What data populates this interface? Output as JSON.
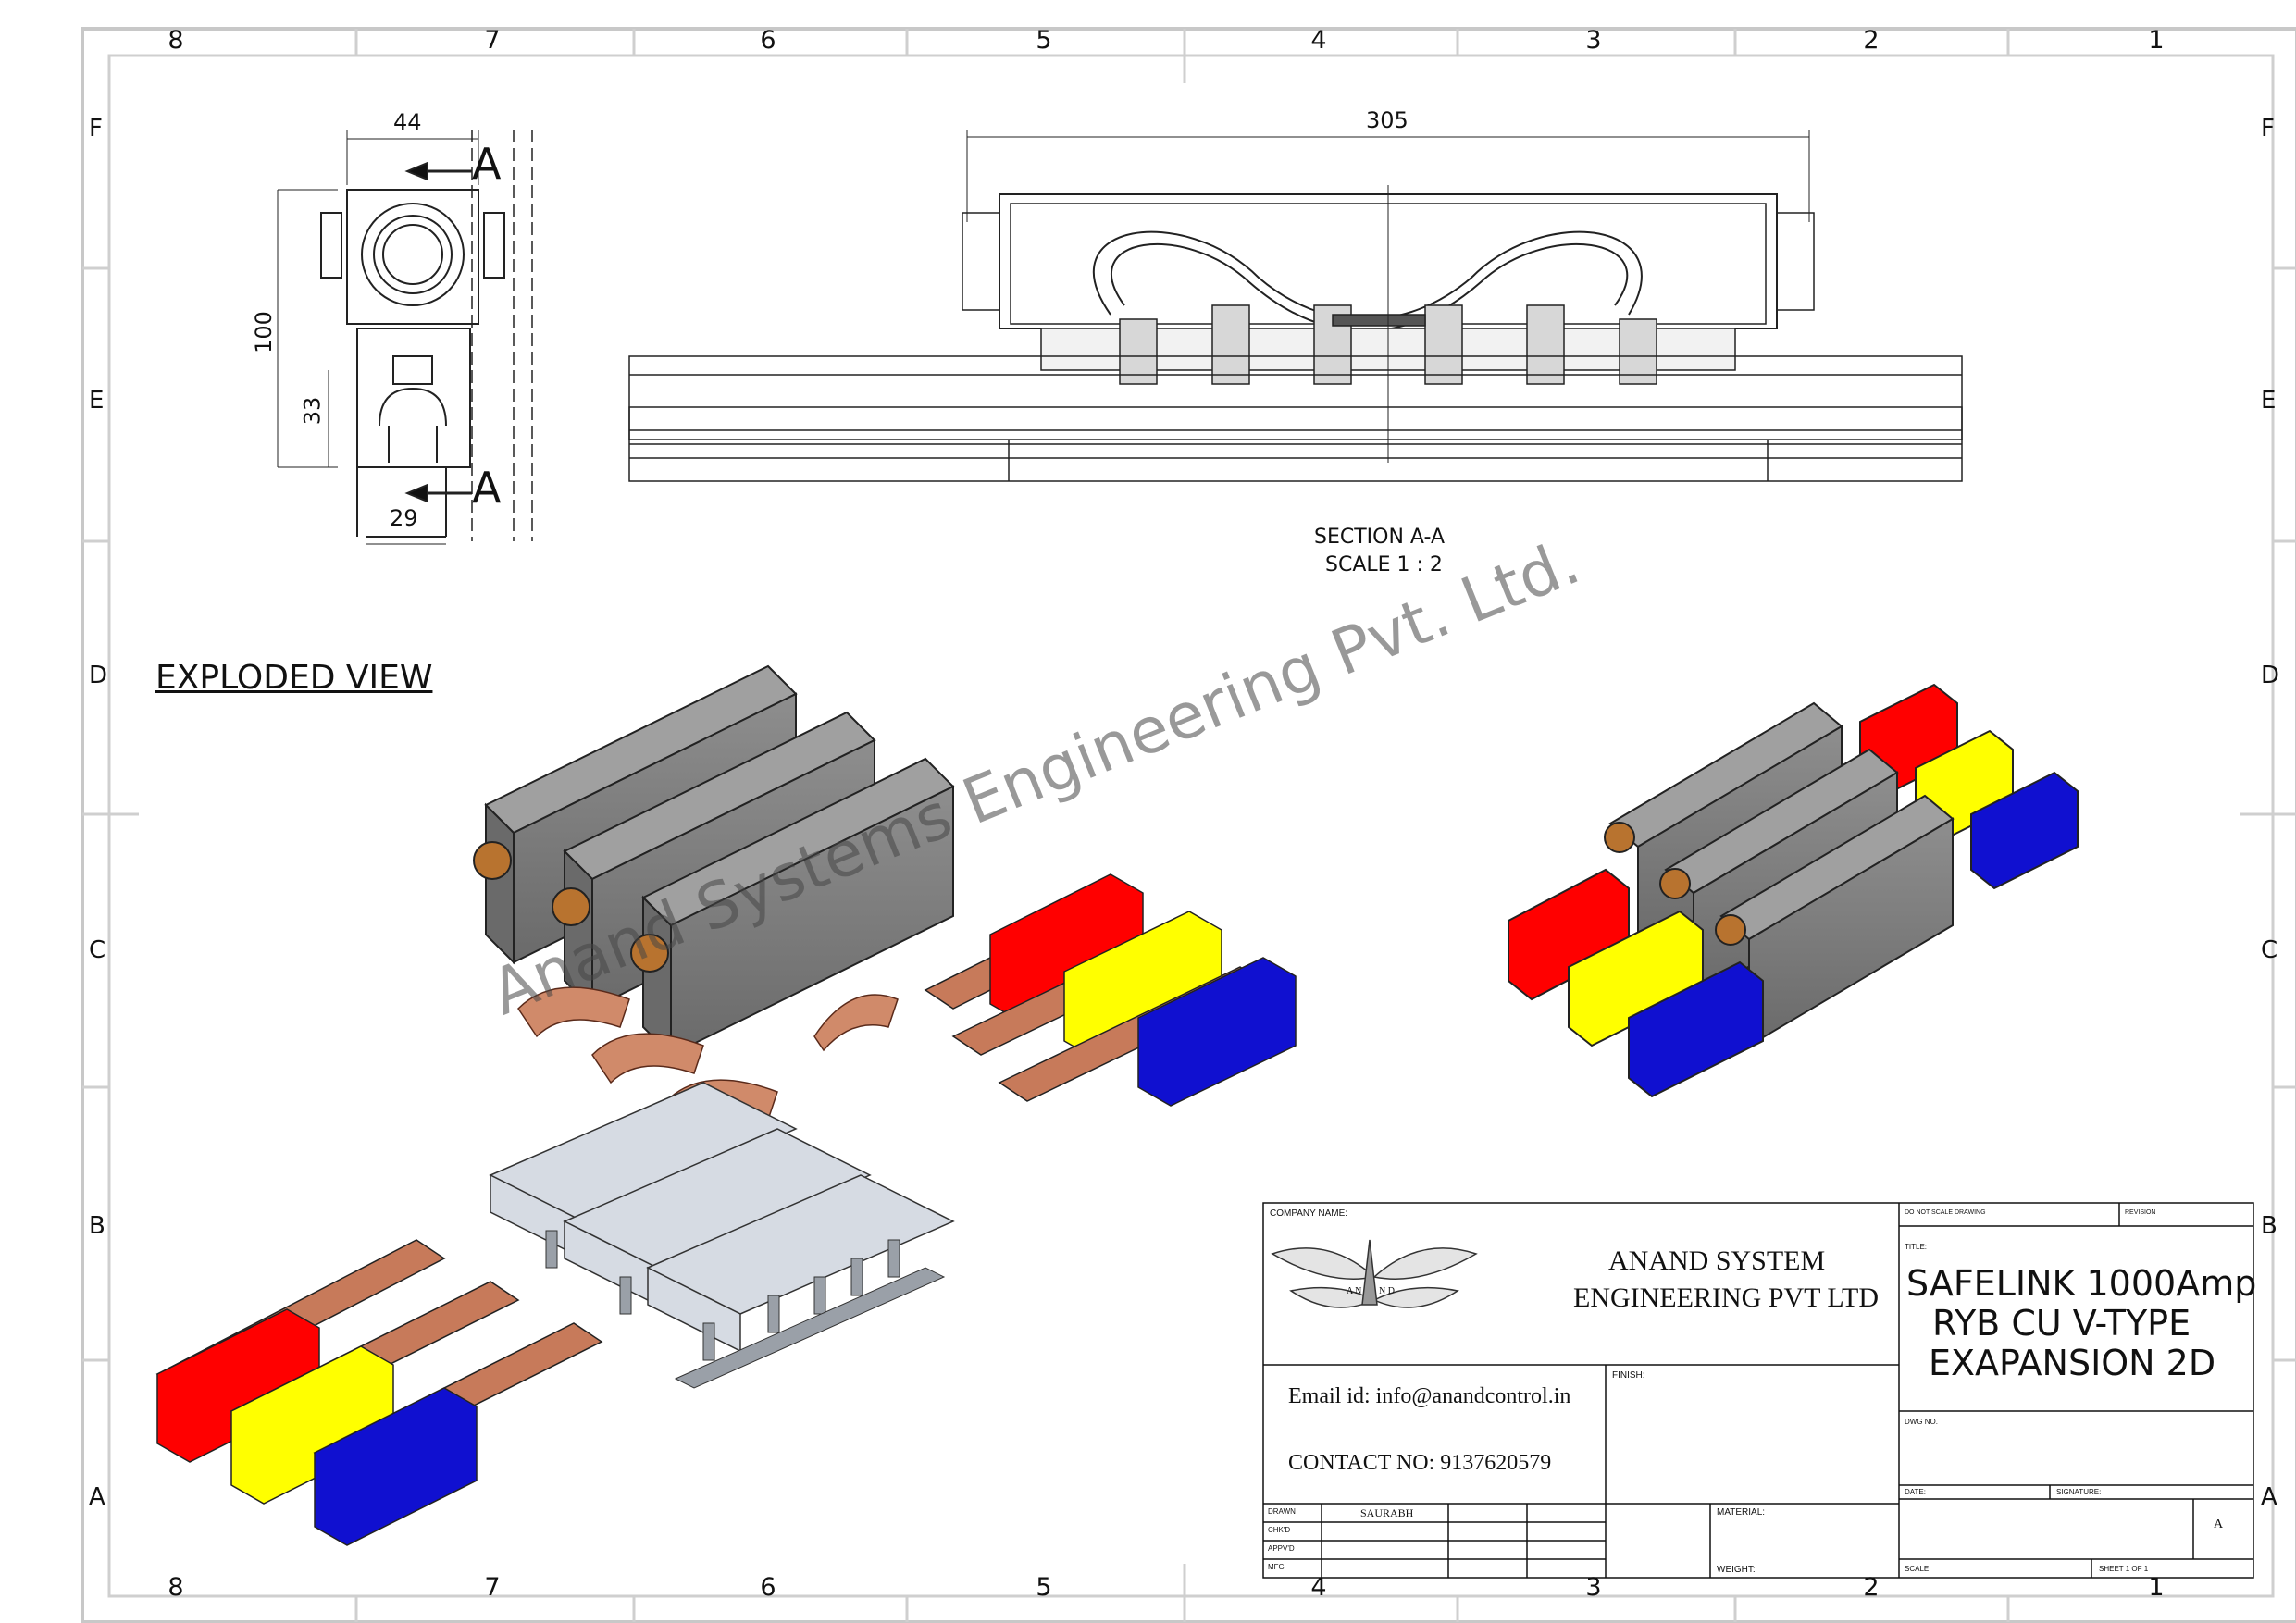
{
  "zones": {
    "columns": [
      "8",
      "7",
      "6",
      "5",
      "4",
      "3",
      "2",
      "1"
    ],
    "rows": [
      "F",
      "E",
      "D",
      "C",
      "B",
      "A"
    ]
  },
  "dimensions": {
    "width_top": "44",
    "height_total": "100",
    "height_lower": "33",
    "width_bottom": "29",
    "length_section": "305"
  },
  "section": {
    "cut_marker_top": "A",
    "cut_marker_bottom": "A",
    "title": "SECTION A-A",
    "scale": "SCALE 1 : 2"
  },
  "exploded_view_label": "EXPLODED VIEW",
  "watermark": "Anand Systems Engineering Pvt. Ltd.",
  "colors": {
    "red": "#ff0000",
    "yellow": "#ffff00",
    "blue": "#1010d0",
    "housing": "#7c7c7c",
    "copper": "#c77a5a",
    "steel": "#d6dbe3"
  },
  "title_block": {
    "company_name_label": "COMPANY NAME:",
    "logo_text_left": "A N",
    "logo_text_right": "N D",
    "company_line1": "ANAND SYSTEM",
    "company_line2": "ENGINEERING PVT LTD",
    "email": "Email id: info@anandcontrol.in",
    "contact": "CONTACT NO: 9137620579",
    "do_not_scale": "DO NOT SCALE DRAWING",
    "revision_label": "REVISION",
    "title_label": "TITLE:",
    "title_line1": "SAFELINK 1000Amp",
    "title_line2": "RYB CU V-TYPE",
    "title_line3": "EXAPANSION 2D",
    "finish_label": "FINISH:",
    "dwg_no_label": "DWG NO.",
    "date_label": "DATE:",
    "signature_label": "SIGNATURE:",
    "material_label": "MATERIAL:",
    "weight_label": "WEIGHT:",
    "scale_label": "SCALE:",
    "sheet_label": "SHEET 1 OF 1",
    "size": "A",
    "drawn_label": "DRAWN",
    "chkd_label": "CHK'D",
    "appvd_label": "APPV'D",
    "mfg_label": "MFG",
    "drawn_by": "SAURABH"
  }
}
